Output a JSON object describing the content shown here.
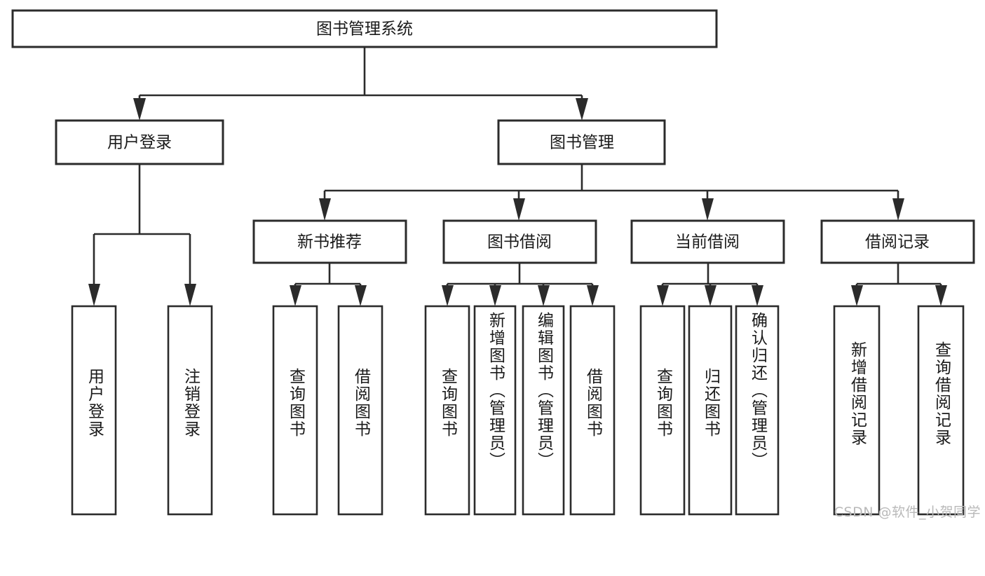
{
  "diagram": {
    "type": "tree",
    "title": "图书管理系统",
    "orientation": "top-down",
    "background_color": "#ffffff",
    "line_color": "#2b2b2b",
    "text_color": "#1a1a1a",
    "root": {
      "label": "图书管理系统",
      "text_direction": "horizontal"
    },
    "level2": [
      {
        "label": "用户登录",
        "text_direction": "horizontal"
      },
      {
        "label": "图书管理",
        "text_direction": "horizontal"
      }
    ],
    "level3": [
      {
        "label": "新书推荐",
        "text_direction": "horizontal"
      },
      {
        "label": "图书借阅",
        "text_direction": "horizontal"
      },
      {
        "label": "当前借阅",
        "text_direction": "horizontal"
      },
      {
        "label": "借阅记录",
        "text_direction": "horizontal"
      }
    ],
    "leaves": {
      "用户登录": [
        {
          "label": "用户登录",
          "text_direction": "vertical"
        },
        {
          "label": "注销登录",
          "text_direction": "vertical"
        }
      ],
      "新书推荐": [
        {
          "label": "查询图书",
          "text_direction": "vertical"
        },
        {
          "label": "借阅图书",
          "text_direction": "vertical"
        }
      ],
      "图书借阅": [
        {
          "label": "查询图书",
          "text_direction": "vertical"
        },
        {
          "label": "新增图书（管理员）",
          "text_direction": "vertical"
        },
        {
          "label": "编辑图书（管理员）",
          "text_direction": "vertical"
        },
        {
          "label": "借阅图书",
          "text_direction": "vertical"
        }
      ],
      "当前借阅": [
        {
          "label": "查询图书",
          "text_direction": "vertical"
        },
        {
          "label": "归还图书",
          "text_direction": "vertical"
        },
        {
          "label": "确认归还（管理员）",
          "text_direction": "vertical"
        }
      ],
      "借阅记录": [
        {
          "label": "新增借阅记录",
          "text_direction": "vertical"
        },
        {
          "label": "查询借阅记录",
          "text_direction": "vertical"
        }
      ]
    }
  },
  "nodes": {
    "root": "图书管理系统",
    "user_login": "用户登录",
    "book_manage": "图书管理",
    "new_book_rec": "新书推荐",
    "book_borrow": "图书借阅",
    "current_borrow": "当前借阅",
    "borrow_record": "借阅记录",
    "leaf_user_login": "用户登录",
    "leaf_logout": "注销登录",
    "leaf_query_book_1": "查询图书",
    "leaf_borrow_book_1": "借阅图书",
    "leaf_query_book_2": "查询图书",
    "leaf_add_book_admin": "新增图书（管理员）",
    "leaf_edit_book_admin": "编辑图书（管理员）",
    "leaf_borrow_book_2": "借阅图书",
    "leaf_query_book_3": "查询图书",
    "leaf_return_book": "归还图书",
    "leaf_confirm_return_admin": "确认归还（管理员）",
    "leaf_add_record": "新增借阅记录",
    "leaf_query_record": "查询借阅记录"
  },
  "watermark": {
    "text": "CSDN @软件_小贺同学"
  }
}
